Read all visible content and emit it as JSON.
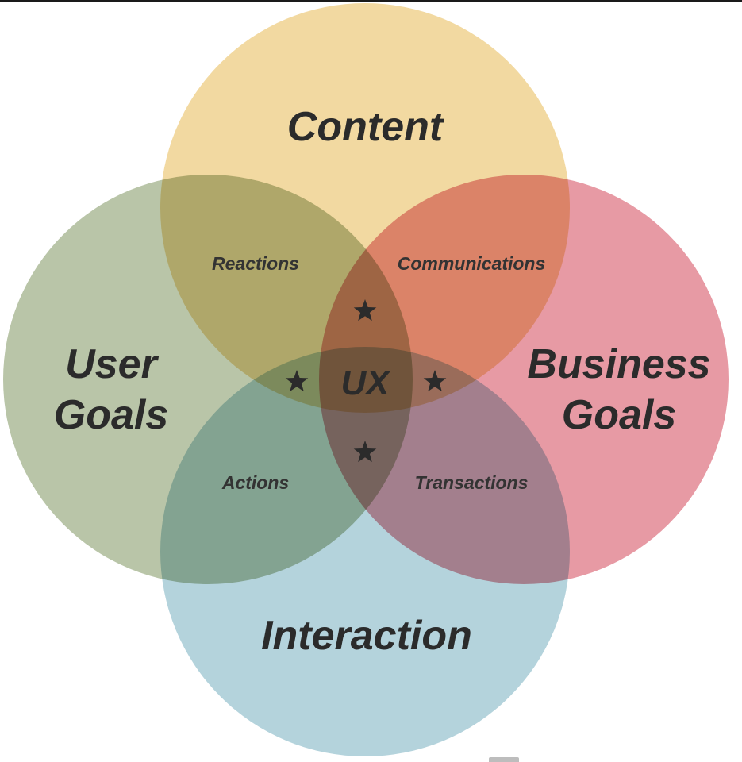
{
  "colors": {
    "content": "#f2d9a1",
    "user_goals": "#b9c5a8",
    "business_goals": "#e79aa4",
    "interaction": "#b4d3dc",
    "text": "#2b2b2b"
  },
  "labels": {
    "content": [
      "Content"
    ],
    "user_goals": [
      "User",
      "Goals"
    ],
    "business_goals": [
      "Business",
      "Goals"
    ],
    "interaction": [
      "Interaction"
    ],
    "reactions": "Reactions",
    "communications": "Communications",
    "actions": "Actions",
    "transactions": "Transactions",
    "center": "UX"
  },
  "icons": {
    "markers": "star-icon"
  }
}
